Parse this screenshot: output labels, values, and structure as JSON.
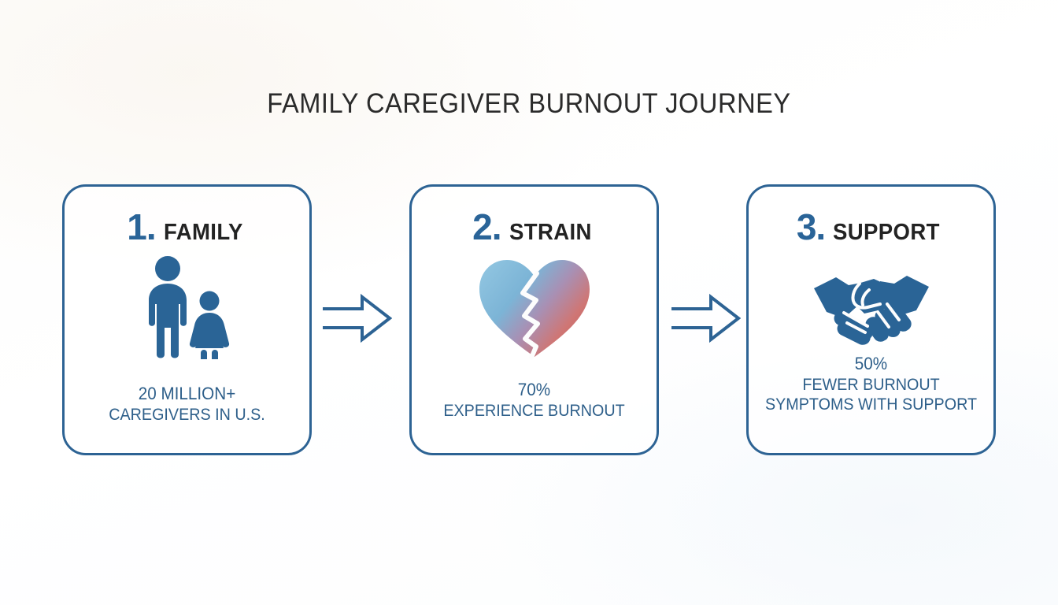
{
  "title": "FAMILY CAREGIVER BURNOUT JOURNEY",
  "colors": {
    "border": "#2d6394",
    "number": "#2a6498",
    "heading": "#232323",
    "caption": "#2e5f8a",
    "icon_blue": "#2a6496",
    "heart_left": "#7fb8d8",
    "heart_right": "#d06a68",
    "background": "#ffffff"
  },
  "steps": [
    {
      "number": "1.",
      "label": "FAMILY",
      "icon": "family-adult-child-icon",
      "caption_lines": [
        "20 MILLION+",
        "CAREGIVERS IN U.S."
      ],
      "stat": "20 MILLION+"
    },
    {
      "number": "2.",
      "label": "STRAIN",
      "icon": "broken-heart-icon",
      "caption_lines": [
        "70%",
        "EXPERIENCE BURNOUT"
      ],
      "stat": "70%"
    },
    {
      "number": "3.",
      "label": "SUPPORT",
      "icon": "handshake-icon",
      "caption_lines": [
        "50%",
        "FEWER BURNOUT",
        "SYMPTOMS WITH SUPPORT"
      ],
      "stat": "50%"
    }
  ],
  "connectors": [
    {
      "name": "arrow-step1-to-step2",
      "icon": "arrow-right-icon"
    },
    {
      "name": "arrow-step2-to-step3",
      "icon": "arrow-right-icon"
    }
  ]
}
